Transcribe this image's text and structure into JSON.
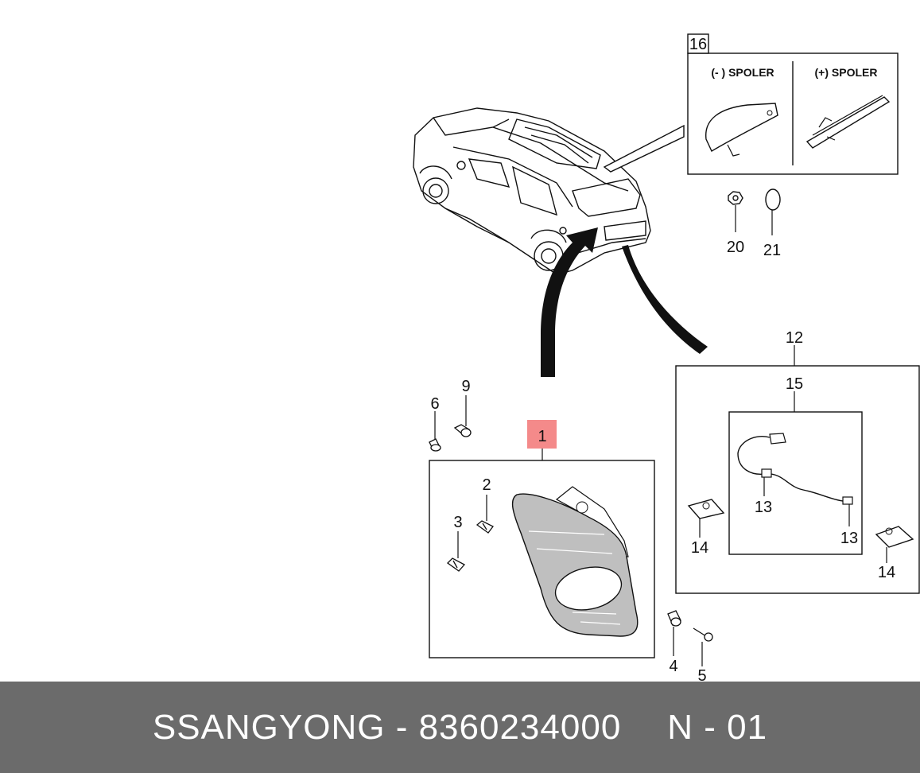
{
  "callouts": {
    "c1": "1",
    "c2": "2",
    "c3": "3",
    "c4": "4",
    "c5": "5",
    "c6": "6",
    "c9": "9",
    "c12": "12",
    "c13a": "13",
    "c13b": "13",
    "c14a": "14",
    "c14b": "14",
    "c15": "15",
    "c16": "16",
    "c20": "20",
    "c21": "21"
  },
  "spoiler_box": {
    "minus_label": "(- ) SPOLER",
    "plus_label": "(+) SPOLER"
  },
  "footer": {
    "brand_part": "SSANGYONG - 8360234000",
    "code": "N - 01"
  },
  "colors": {
    "highlight": "#f48a8a",
    "footer_bg": "#6b6b6b",
    "lamp_fill": "#bfbfbf"
  }
}
